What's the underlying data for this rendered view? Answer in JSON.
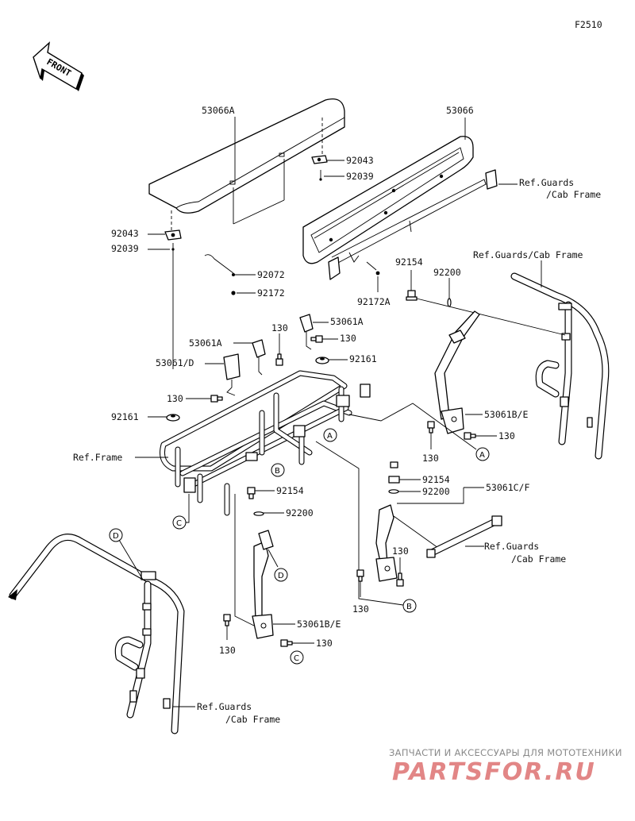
{
  "figure_code": "F2510",
  "front_label": "FRONT",
  "parts": {
    "p53066A": "53066A",
    "p53066": "53066",
    "p92043_left": "92043",
    "p92039_left": "92039",
    "p92043_right": "92043",
    "p92039_right": "92039",
    "p92072": "92072",
    "p92172": "92172",
    "p92172A": "92172A",
    "p92154_upper": "92154",
    "p92200_upper": "92200",
    "p53061A_top": "53061A",
    "p130_top": "130",
    "p130_mid": "130",
    "p53061A_left": "53061A",
    "p53061D": "53061/D",
    "p92161_right": "92161",
    "p130_left": "130",
    "p92161_left": "92161",
    "p53061BE_right": "53061B/E",
    "p130_right_a": "130",
    "p130_right_b": "130",
    "p92154_mid": "92154",
    "p92200_mid": "92200",
    "p53061CF": "53061C/F",
    "p92154_center": "92154",
    "p92200_center": "92200",
    "p130_center_r": "130",
    "p130_center_l": "130",
    "p53061BE_lower": "53061B/E",
    "p130_lower_r": "130",
    "p130_lower_l": "130"
  },
  "references": {
    "guards_right_top_1": "Ref.Guards",
    "guards_right_top_2": "/Cab Frame",
    "guards_right_mid": "Ref.Guards/Cab Frame",
    "frame": "Ref.Frame",
    "guards_center_1": "Ref.Guards",
    "guards_center_2": "/Cab Frame",
    "guards_lower_1": "Ref.Guards",
    "guards_lower_2": "/Cab Frame"
  },
  "callouts": {
    "a1": "A",
    "a2": "A",
    "b1": "B",
    "b2": "B",
    "c1": "C",
    "c2": "C",
    "d1": "D",
    "d2": "D"
  },
  "watermark": {
    "line1": "ЗАПЧАСТИ И АКСЕССУАРЫ ДЛЯ МОТОТЕХНИКИ",
    "line2": "PARTSFOR.RU"
  }
}
